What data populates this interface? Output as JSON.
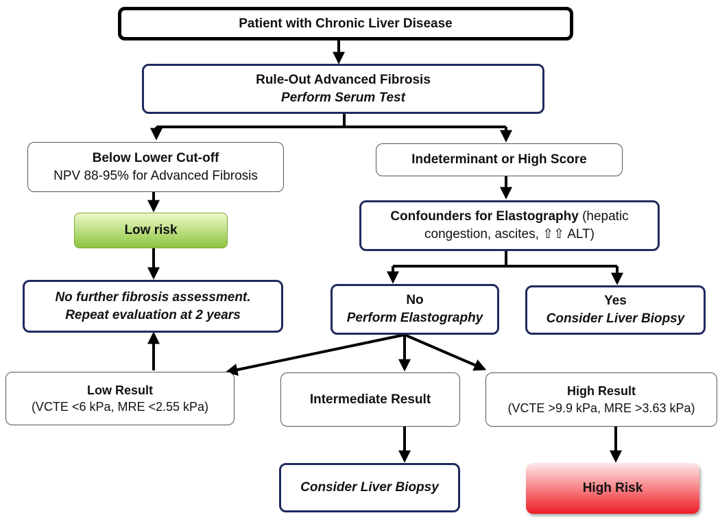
{
  "nodes": {
    "patient": "Patient with Chronic Liver Disease",
    "rule_out_title": "Rule-Out Advanced Fibrosis",
    "rule_out_sub": "Perform Serum Test",
    "below_title": "Below Lower Cut-off",
    "below_sub": "NPV 88-95% for Advanced Fibrosis",
    "low_risk": "Low risk",
    "no_further_1": "No further fibrosis assessment.",
    "no_further_2": "Repeat evaluation at 2 years",
    "indeterminant": "Indeterminant or High Score",
    "confounders_bold": "Confounders for Elastography",
    "confounders_rest": " (hepatic",
    "confounders_line2": "congestion, ascites, ⇧⇧ ALT)",
    "no_title": "No",
    "no_sub": "Perform Elastography",
    "yes_title": "Yes",
    "yes_sub": "Consider Liver Biopsy",
    "low_result_title": "Low Result",
    "low_result_sub": "(VCTE <6 kPa, MRE <2.55 kPa)",
    "intermediate": "Intermediate Result",
    "high_result_title": "High Result",
    "high_result_sub": "(VCTE >9.9 kPa, MRE >3.63 kPa)",
    "consider_biopsy": "Consider Liver Biopsy",
    "high_risk": "High Risk"
  },
  "colors": {
    "navy_border": "#1f2a5e",
    "low_risk_fill_top": "#eef7c8",
    "low_risk_fill_bottom": "#8cc63f",
    "high_risk_fill_top": "#fde8e8",
    "high_risk_fill_bottom": "#ee1c24"
  }
}
